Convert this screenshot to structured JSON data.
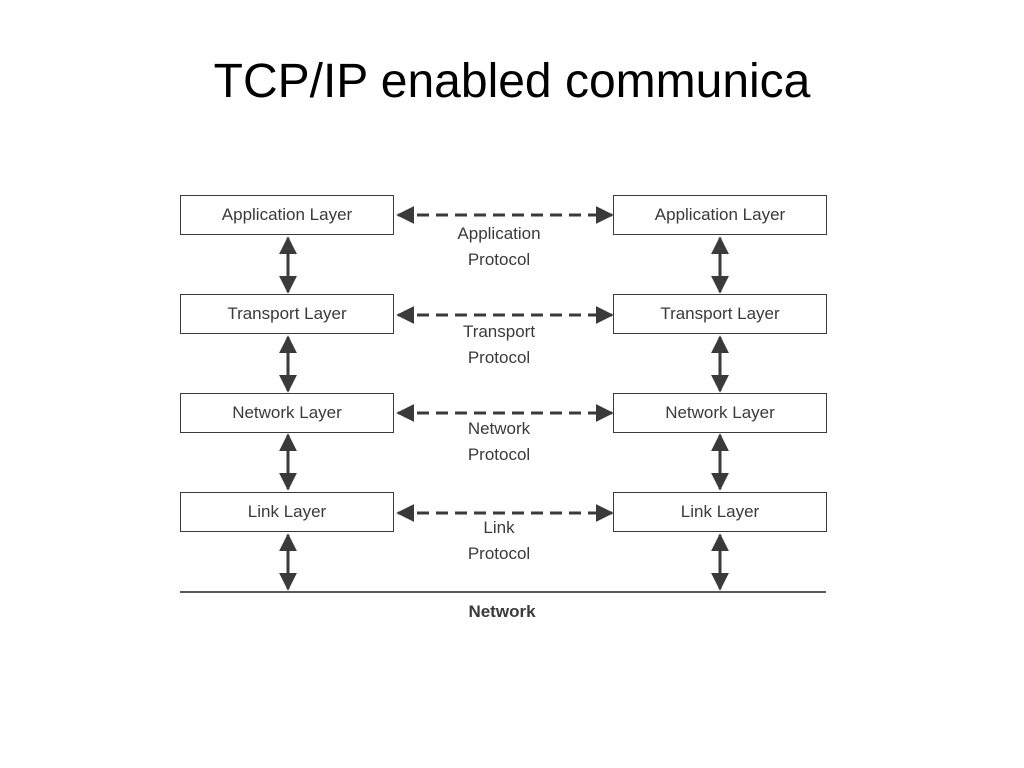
{
  "slide": {
    "title": "TCP/IP enabled communica"
  },
  "diagram": {
    "left_stack": [
      "Application Layer",
      "Transport Layer",
      "Network Layer",
      "Link Layer"
    ],
    "right_stack": [
      "Application Layer",
      "Transport Layer",
      "Network Layer",
      "Link Layer"
    ],
    "protocols": [
      {
        "line1": "Application",
        "line2": "Protocol"
      },
      {
        "line1": "Transport",
        "line2": "Protocol"
      },
      {
        "line1": "Network",
        "line2": "Protocol"
      },
      {
        "line1": "Link",
        "line2": "Protocol"
      }
    ],
    "network_label": "Network",
    "colors": {
      "line": "#3a3a3a",
      "text": "#3a3a3a"
    }
  }
}
